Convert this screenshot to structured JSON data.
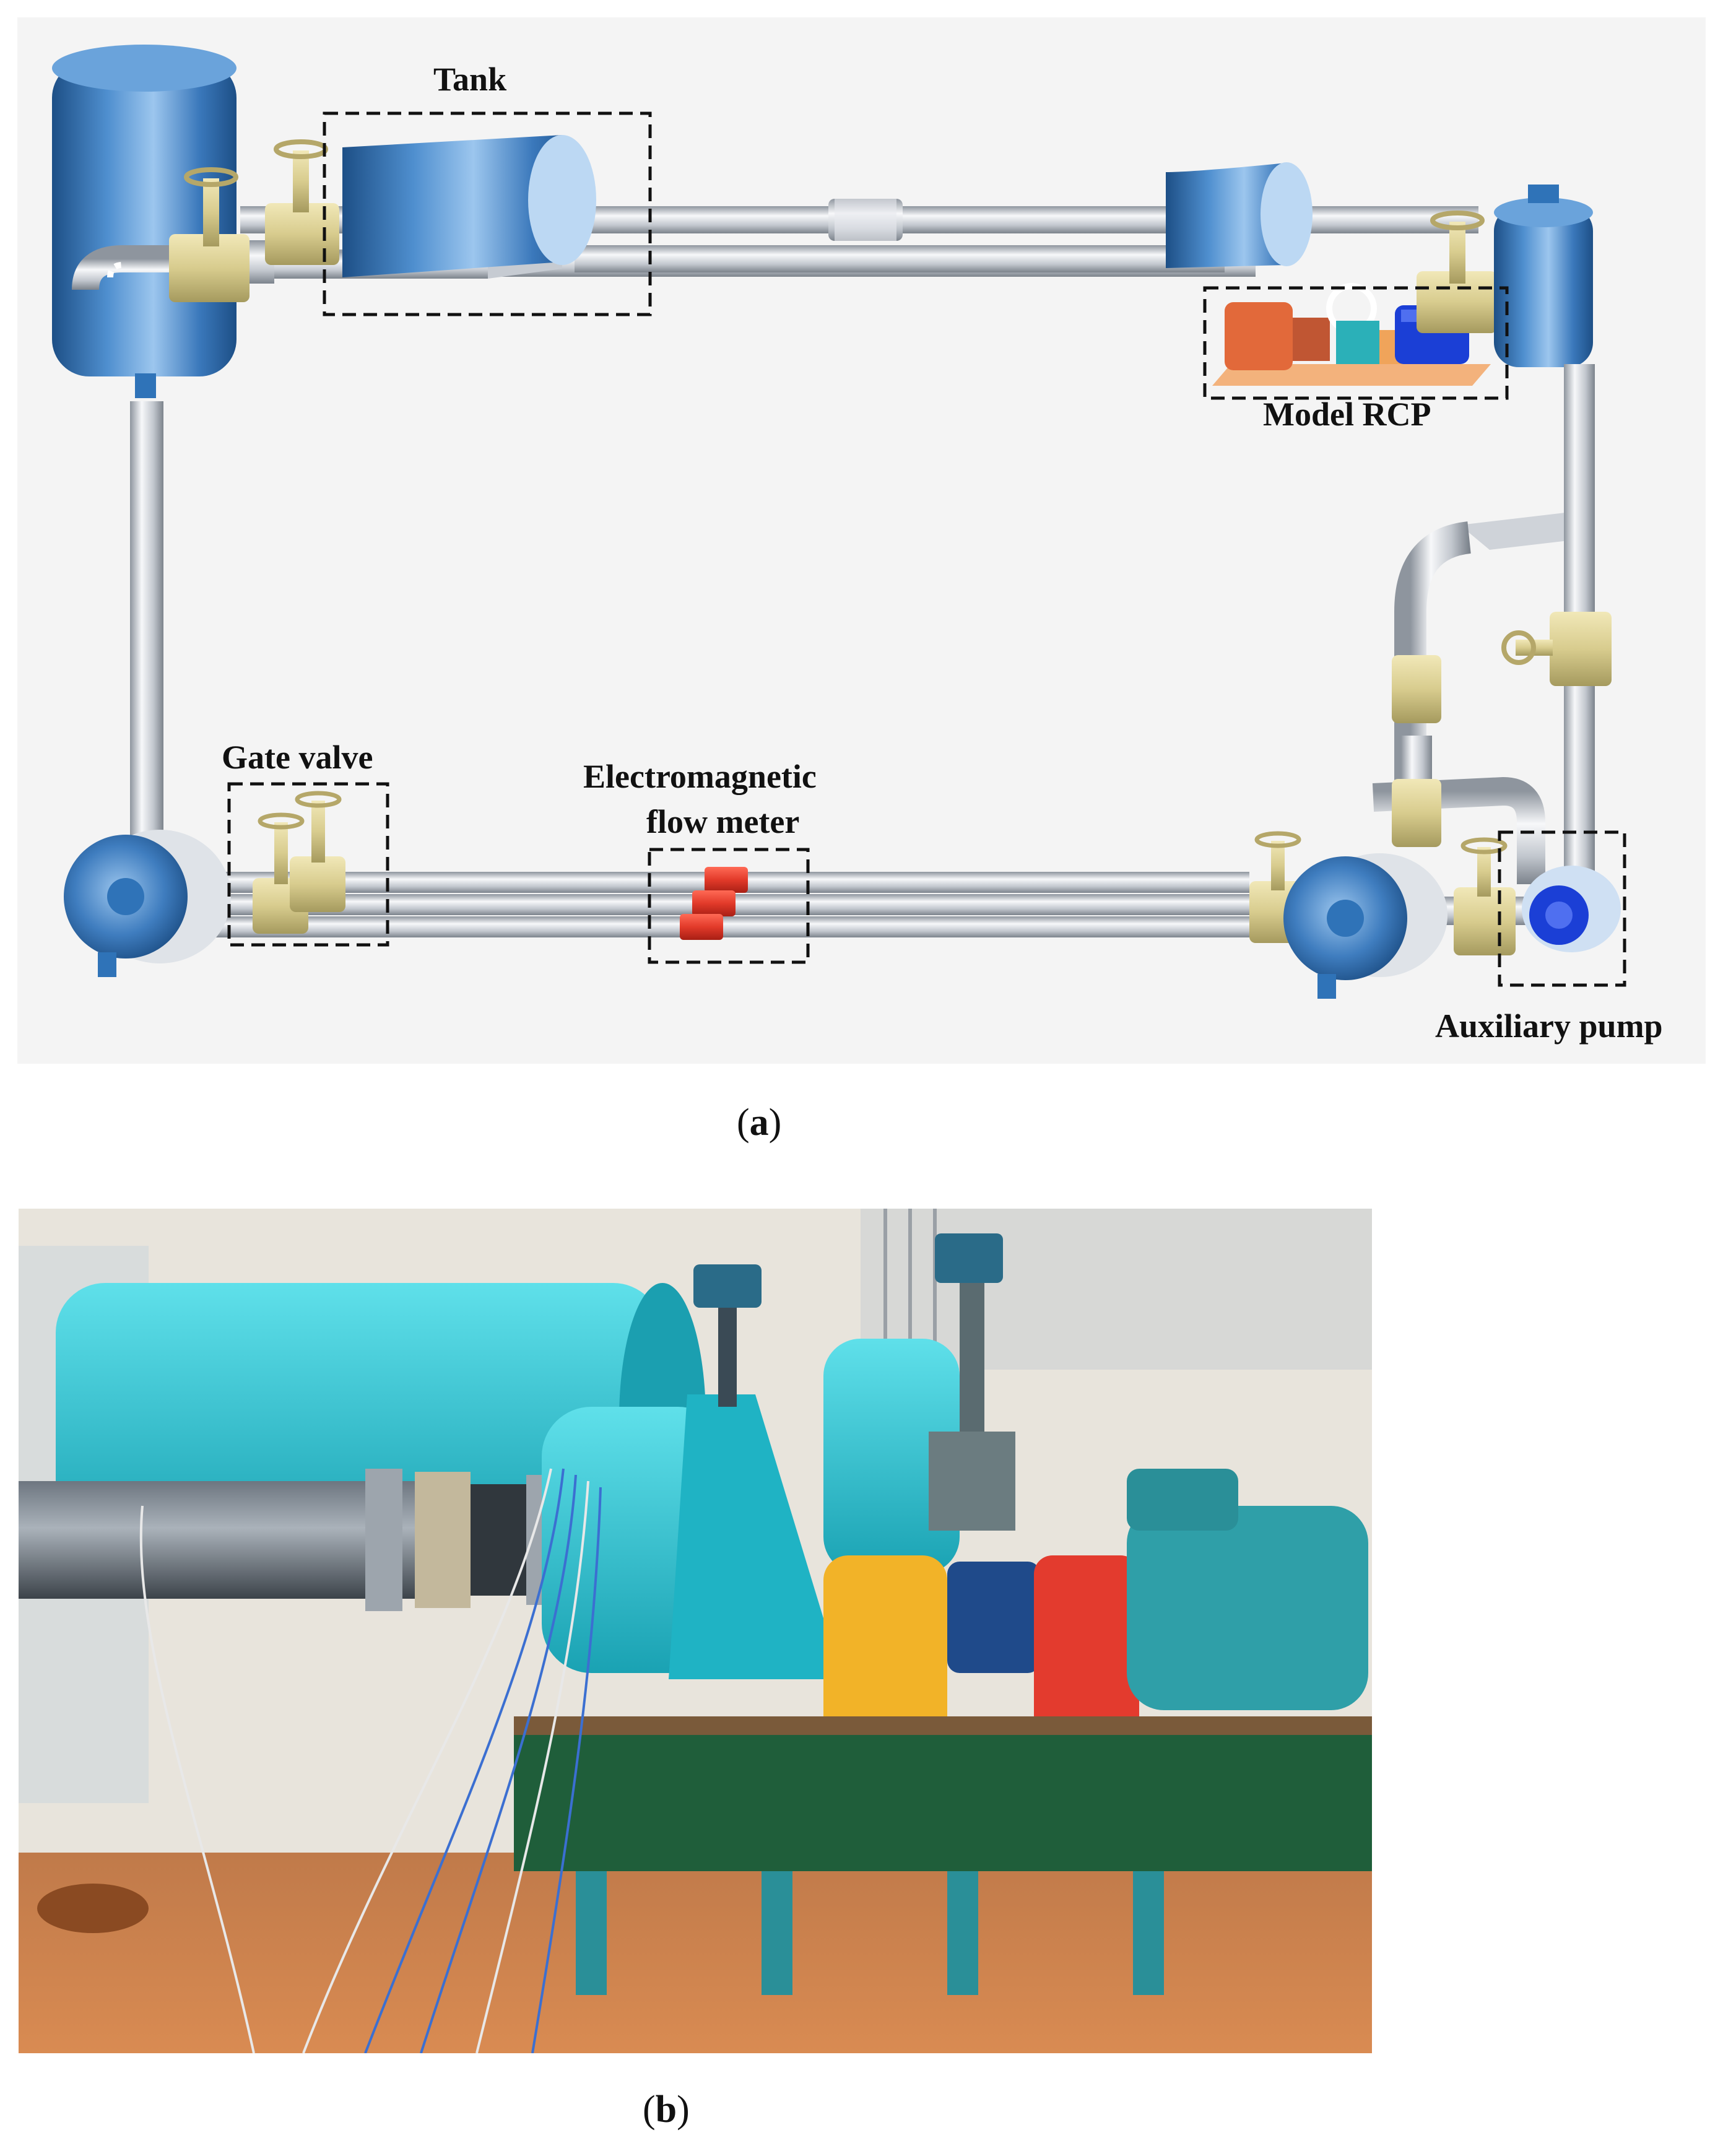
{
  "panel_a": {
    "caption": {
      "letter": "a"
    },
    "labels": {
      "tank": "Tank",
      "model_rcp": "Model RCP",
      "gate_valve": "Gate valve",
      "flow_meter_line1": "Electromagnetic",
      "flow_meter_line2": "flow meter",
      "auxiliary_pump": "Auxiliary pump"
    }
  },
  "panel_b": {
    "caption": {
      "letter": "b"
    }
  },
  "colors": {
    "vessel_blue": "#2f73b8",
    "pipe_silver": "#c9ced6",
    "valve_brass": "#d8cc8e",
    "flow_meter_red": "#e23a2a",
    "motor_blue": "#1b3fd6",
    "rcp_orange": "#e2693a",
    "base_plate": "#f3b27c",
    "photo_cyan": "#28c4d6",
    "photo_yellow": "#f2b328",
    "photo_red": "#e33b2e",
    "photo_green": "#1f5e3a"
  }
}
